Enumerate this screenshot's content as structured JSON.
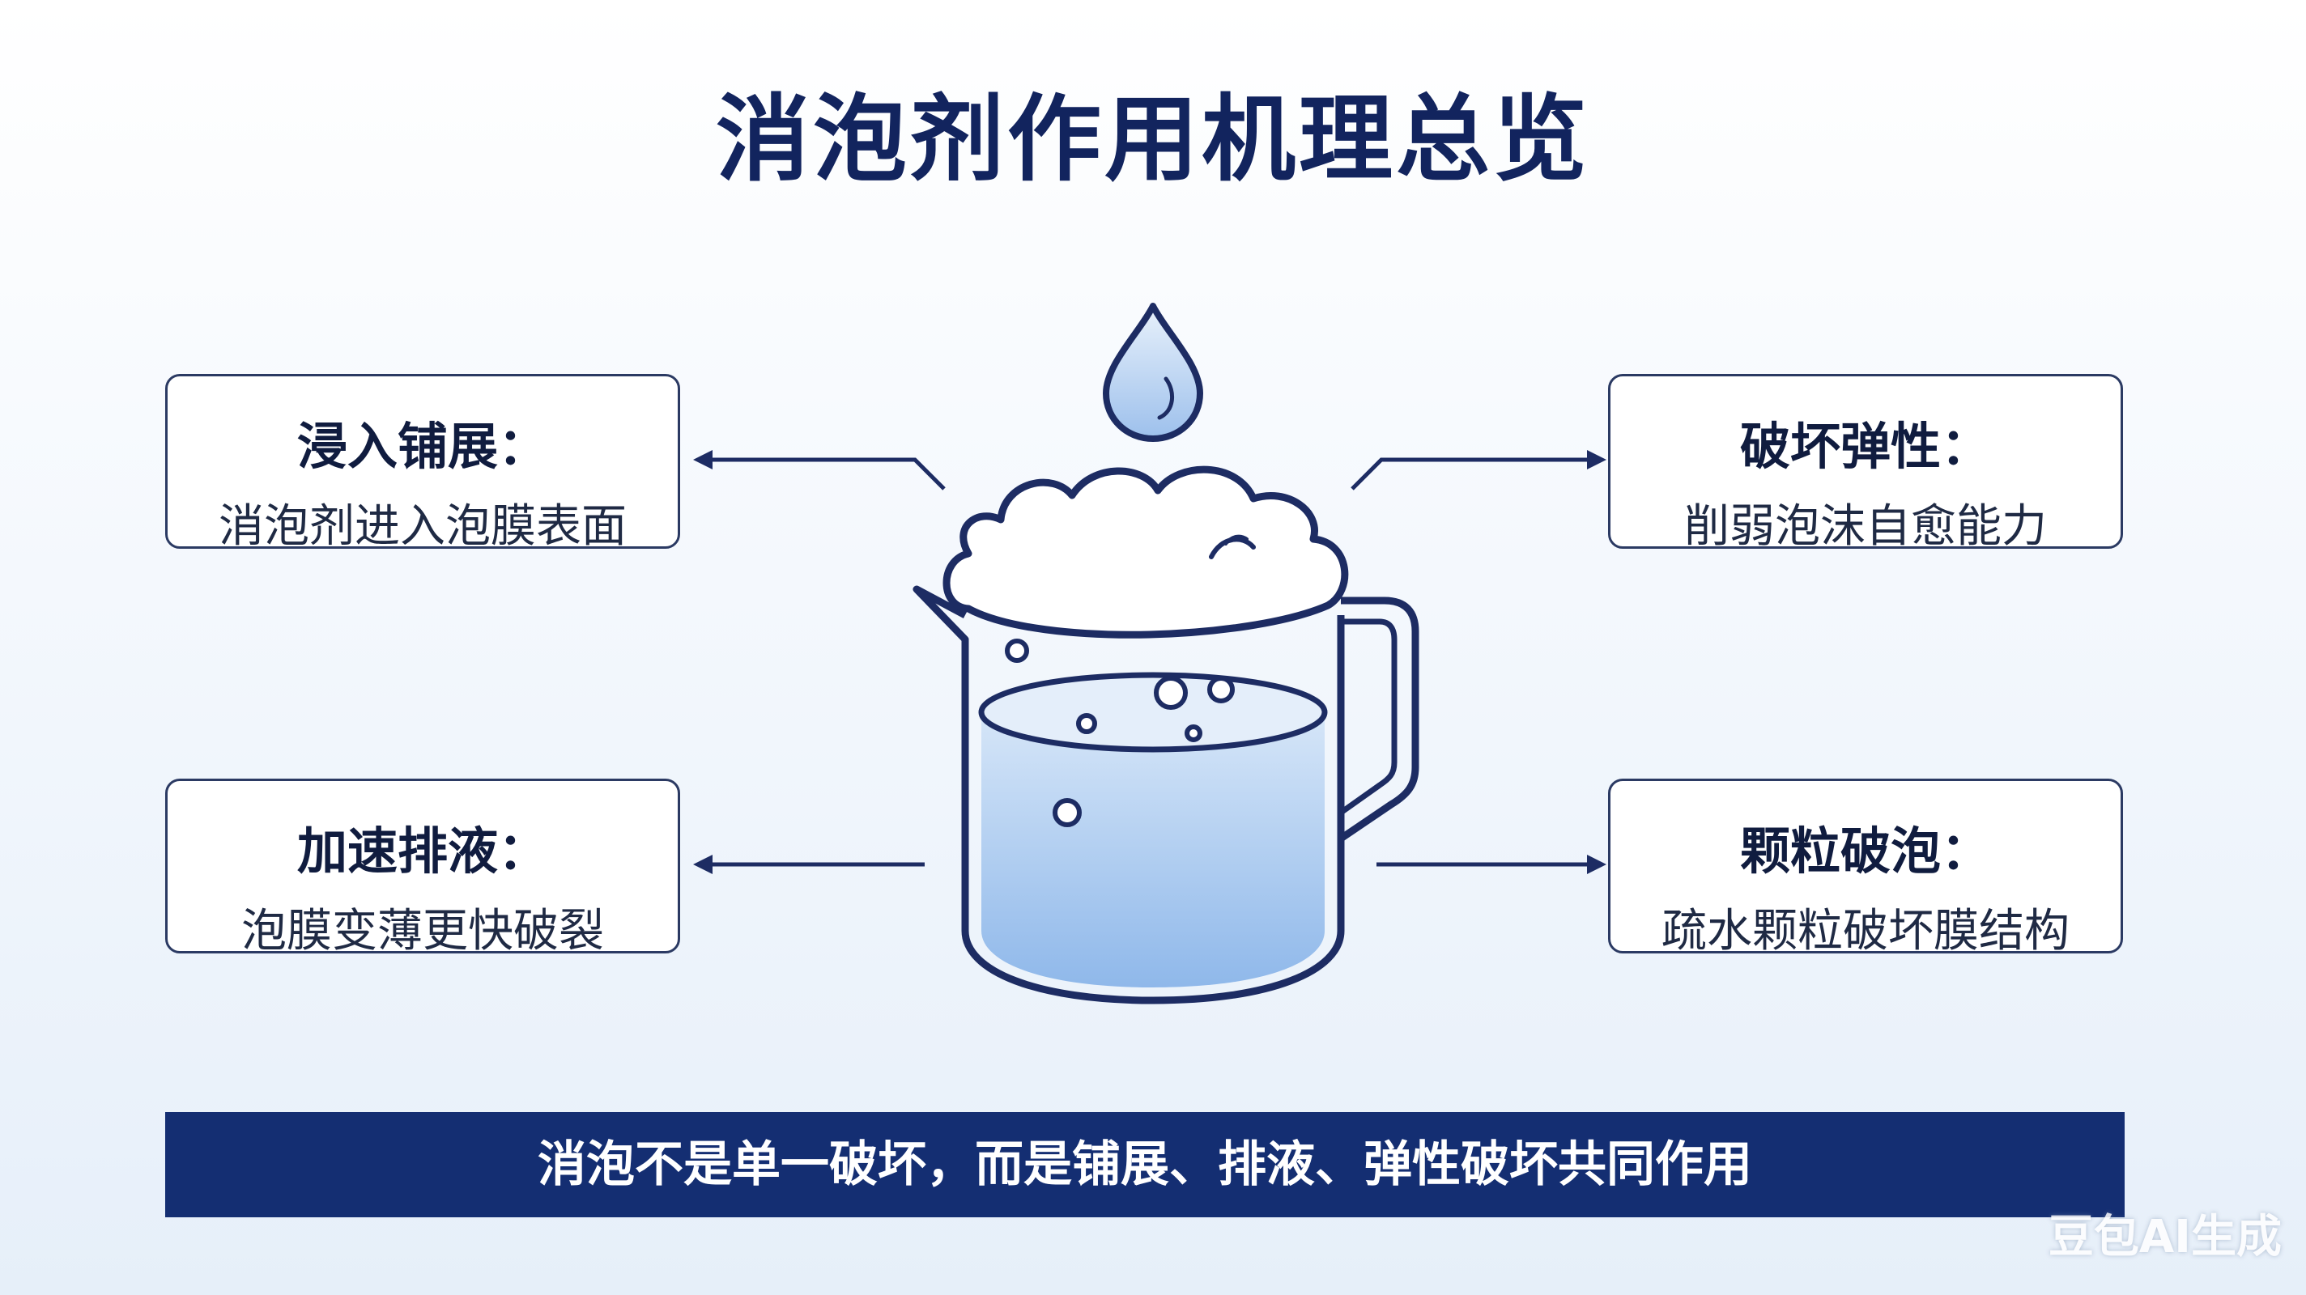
{
  "title": "消泡剂作用机理总览",
  "cards": {
    "spread": {
      "head": "浸入铺展：",
      "body": "消泡剂进入泡膜表面"
    },
    "drain": {
      "head": "加速排液：",
      "body": "泡膜变薄更快破裂"
    },
    "elastic": {
      "head": "破坏弹性：",
      "body": "削弱泡沫自愈能力"
    },
    "particle": {
      "head": "颗粒破泡：",
      "body": "疏水颗粒破坏膜结构"
    }
  },
  "banner": "消泡不是单一破坏，而是铺展、排液、弹性破坏共同作用",
  "watermark": "豆包AI生成",
  "colors": {
    "navy": "#142e72",
    "line": "#1d2c63",
    "water": "#a9c9ef",
    "drop": "#bcd5f3"
  }
}
